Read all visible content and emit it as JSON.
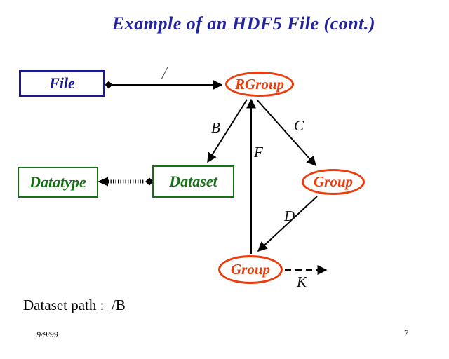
{
  "slide": {
    "title": "Example of an HDF5 File (cont.)",
    "dataset_path": "Dataset path :  /B",
    "footer_date": "9/9/99",
    "page_number": "7"
  },
  "nodes": {
    "file": {
      "label": "File",
      "shape": "rectangle",
      "color": "#1A1A8C"
    },
    "rgroup": {
      "label": "RGroup",
      "shape": "ellipse",
      "color": "#EE3B0B"
    },
    "datatype": {
      "label": "Datatype",
      "shape": "rectangle",
      "color": "#167016"
    },
    "dataset": {
      "label": "Dataset",
      "shape": "rectangle",
      "color": "#167016"
    },
    "group_right": {
      "label": "Group",
      "shape": "ellipse",
      "color": "#EE3B0B"
    },
    "group_bottom": {
      "label": "Group",
      "shape": "ellipse",
      "color": "#EE3B0B"
    }
  },
  "edges": {
    "root": {
      "label": "/",
      "from": "file",
      "to": "rgroup",
      "style": "solid, diamond at start, arrow at end"
    },
    "b": {
      "label": "B",
      "from": "rgroup",
      "to": "dataset",
      "style": "solid, arrow at end"
    },
    "c": {
      "label": "C",
      "from": "rgroup",
      "to": "group_right",
      "style": "solid, arrow at end"
    },
    "f": {
      "label": "F",
      "from": "group_bottom",
      "to": "rgroup",
      "style": "solid, arrow at end"
    },
    "d": {
      "label": "D",
      "from": "group_right",
      "to": "group_bottom",
      "style": "solid, arrow at end"
    },
    "k": {
      "label": "K",
      "from": "group_bottom",
      "to": "",
      "style": "dashed, arrow at end"
    },
    "datatype_link": {
      "label": "",
      "from": "dataset",
      "to": "datatype",
      "style": "dense dotted, diamond at start, arrow at end"
    }
  },
  "colors": {
    "title_text": "#2323A0",
    "navy": "#1A1A8C",
    "orange_red": "#EE3B0B",
    "green": "#167016",
    "line": "#000000",
    "background": "#FFFFFF"
  }
}
